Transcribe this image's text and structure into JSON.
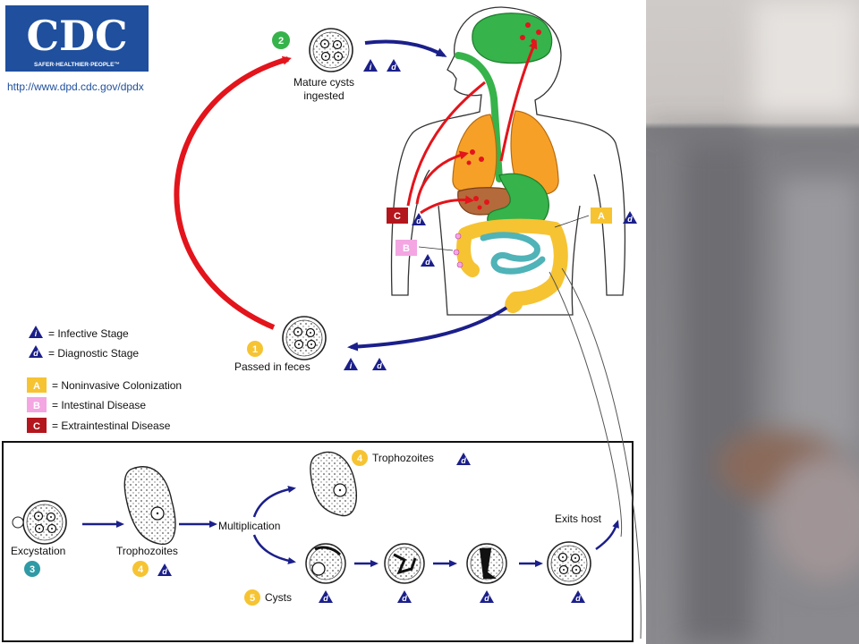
{
  "logo": {
    "text": "CDC",
    "tagline": "SAFER·HEALTHIER·PEOPLE™",
    "url": "http://www.dpd.cdc.gov/dpdx"
  },
  "stages": {
    "s1": {
      "number": "1",
      "label": "Passed in feces"
    },
    "s2": {
      "number": "2",
      "label_line1": "Mature cysts",
      "label_line2": "ingested"
    },
    "s3": {
      "number": "3",
      "label": "Excystation"
    },
    "s4a": {
      "number": "4",
      "label": "Trophozoites"
    },
    "s4b": {
      "number": "4",
      "label": "Trophozoites"
    },
    "s5": {
      "number": "5",
      "label": "Cysts"
    }
  },
  "labels": {
    "multiplication": "Multiplication",
    "exits_host": "Exits host"
  },
  "markers": {
    "infective_letter": "i",
    "diagnostic_letter": "d",
    "A": "A",
    "B": "B",
    "C": "C"
  },
  "legend": [
    {
      "symbol": "i",
      "text": "= Infective Stage"
    },
    {
      "symbol": "d",
      "text": "= Diagnostic Stage"
    },
    {
      "symbol": "A",
      "text": "= Noninvasive Colonization"
    },
    {
      "symbol": "B",
      "text": "= Intestinal Disease"
    },
    {
      "symbol": "C",
      "text": "= Extraintestinal Disease"
    }
  ],
  "colors": {
    "cdc_blue": "#1f4f9d",
    "arrow_red": "#e3141b",
    "arrow_blue": "#1b1f8a",
    "marker_A": "#f6c332",
    "marker_B": "#f3a6e2",
    "marker_C": "#b3161c",
    "stage_yellow": "#f6c332",
    "stage_green": "#36b34a",
    "stage_teal": "#2e9aa5"
  }
}
